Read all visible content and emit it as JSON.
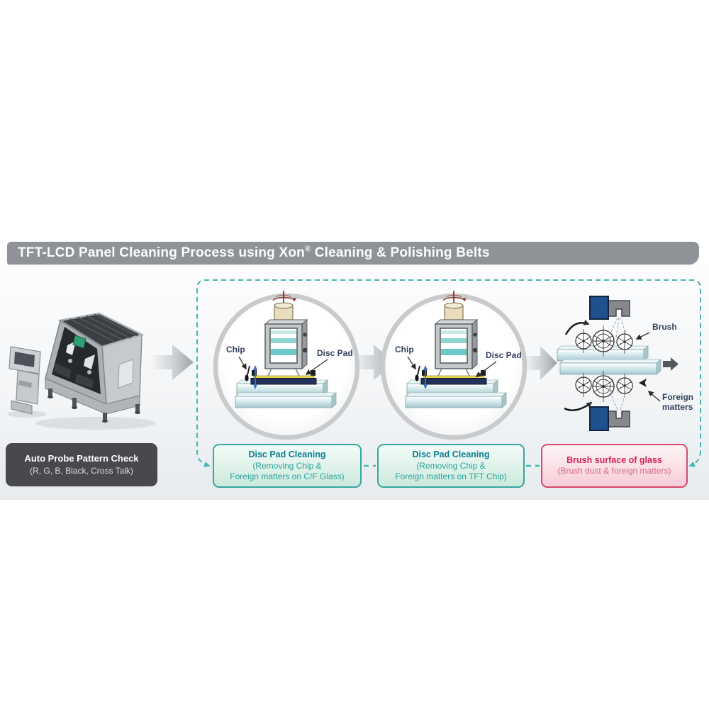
{
  "title_bar": {
    "text_before_reg": "TFT-LCD Panel Cleaning Process using Xon",
    "reg_mark": "®",
    "text_after_reg": " Cleaning & Polishing Belts"
  },
  "diagram_labels": {
    "chip_1": "Chip",
    "disc_pad_1": "Disc Pad",
    "chip_2": "Chip",
    "disc_pad_2": "Disc Pad",
    "brush": "Brush",
    "foreign_matters_line1": "Foreign",
    "foreign_matters_line2": "matters"
  },
  "process_steps": {
    "step1": {
      "title": "Auto Probe Pattern Check",
      "subtitle": "(R, G, B, Black, Cross Talk)"
    },
    "step2": {
      "title": "Disc Pad Cleaning",
      "detail_line1": "(Removing Chip &",
      "detail_line2": "Foreign matters on C/F Glass)"
    },
    "step3": {
      "title": "Disc Pad Cleaning",
      "detail_line1": "(Removing Chip &",
      "detail_line2": "Foreign matters on TFT Chip)"
    },
    "step4": {
      "title": "Brush surface of glass",
      "subtitle": "(Brush dust & foreign matters)"
    }
  },
  "colors": {
    "title_bar_bg": "#8f9397",
    "teal_accent": "#38a7a1",
    "teal_heading": "#0c7d93",
    "pink_accent": "#d84a68",
    "pink_heading": "#d9215a",
    "dark_box_bg": "#48484d",
    "glass_fill": "#cfe7ea",
    "nozzle_blue": "#20508e"
  }
}
